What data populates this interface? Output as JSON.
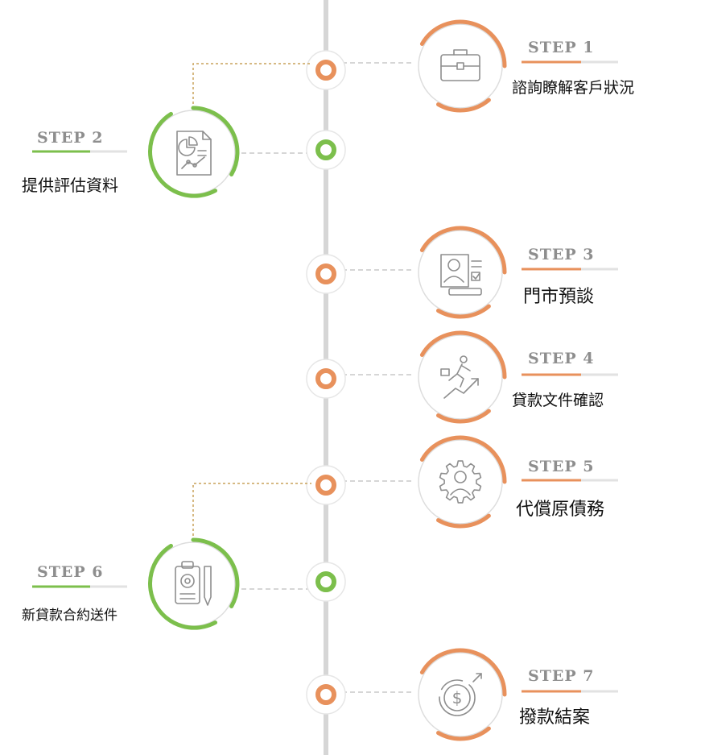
{
  "colors": {
    "orange": "#e8915c",
    "green": "#7cbf4c",
    "timeline": "#d6d6d6",
    "ring_bg": "#dddddd",
    "icon": "#8e8e8e",
    "text": "#111111"
  },
  "steps": [
    {
      "label": "STEP 1",
      "title": "諮詢瞭解客戶狀況",
      "color": "orange",
      "side": "right",
      "icon": "briefcase-icon"
    },
    {
      "label": "STEP 2",
      "title": "提供評估資料",
      "color": "green",
      "side": "left",
      "icon": "report-chart-icon"
    },
    {
      "label": "STEP 3",
      "title": "門市預談",
      "color": "orange",
      "side": "right",
      "icon": "consultation-icon"
    },
    {
      "label": "STEP 4",
      "title": "貸款文件確認",
      "color": "orange",
      "side": "right",
      "icon": "growth-runner-icon"
    },
    {
      "label": "STEP 5",
      "title": "代償原債務",
      "color": "orange",
      "side": "right",
      "icon": "gear-person-icon"
    },
    {
      "label": "STEP 6",
      "title": "新貸款合約送件",
      "color": "green",
      "side": "left",
      "icon": "clipboard-gear-icon"
    },
    {
      "label": "STEP 7",
      "title": "撥款結案",
      "color": "orange",
      "side": "right",
      "icon": "dollar-chart-icon"
    }
  ]
}
